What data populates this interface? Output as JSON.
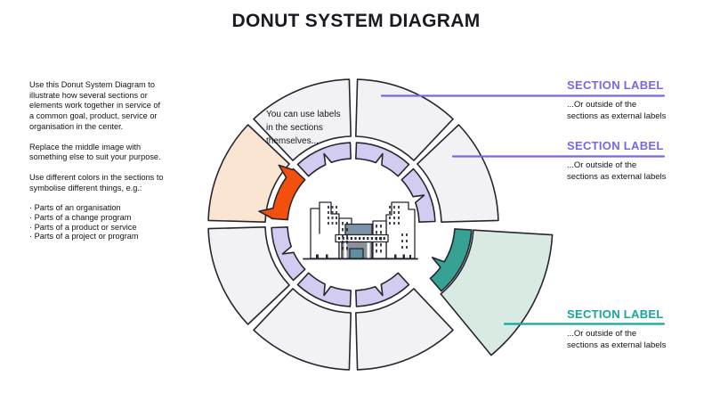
{
  "title": "DONUT SYSTEM DIAGRAM",
  "left_panel": {
    "para1": "Use this Donut System Diagram to\nillustrate how several sections or\nelements work together in service of\na common goal, product, service or\norganisation in the center.",
    "para2": "Replace the middle image with\nsomething else to suit your purpose.",
    "para3": "Use different colors in the sections to\nsymbolise different things, e.g.:",
    "bullets": [
      "· Parts of an organisation",
      "· Parts of a change program",
      "· Parts of a product or service",
      "· Parts of a project or program"
    ]
  },
  "donut": {
    "note": "You can use labels\nin the sections\nthemselves...",
    "center_image": "city-buildings",
    "sections": [
      {
        "slot": 1,
        "arc": "0-45",
        "outer_fill": "#F2F2F4",
        "inner_fill": "#D2CCF1",
        "pulled_out": false
      },
      {
        "slot": 2,
        "arc": "45-90",
        "outer_fill": "#F2F2F4",
        "inner_fill": "#D2CCF1",
        "pulled_out": false
      },
      {
        "slot": 3,
        "arc": "90-135",
        "outer_fill": "#D8EAE1",
        "inner_fill": "#36A294",
        "pulled_out": true
      },
      {
        "slot": 4,
        "arc": "135-180",
        "outer_fill": "#F2F2F4",
        "inner_fill": "#D2CCF1",
        "pulled_out": false
      },
      {
        "slot": 5,
        "arc": "180-225",
        "outer_fill": "#F2F2F4",
        "inner_fill": "#D2CCF1",
        "pulled_out": false
      },
      {
        "slot": 6,
        "arc": "225-270",
        "outer_fill": "#F2F2F4",
        "inner_fill": "#D2CCF1",
        "pulled_out": false
      },
      {
        "slot": 7,
        "arc": "270-315",
        "outer_fill": "#FAE5D2",
        "inner_fill": "#F4500D",
        "pulled_out": false
      },
      {
        "slot": 8,
        "arc": "315-360",
        "outer_fill": "#F2F2F4",
        "inner_fill": "#D2CCF1",
        "pulled_out": false
      }
    ]
  },
  "labels": [
    {
      "title": "SECTION LABEL",
      "desc": "...Or outside of the\nsections as external labels",
      "color": "#7668E2"
    },
    {
      "title": "SECTION LABEL",
      "desc": "...Or outside of the\nsections as external labels",
      "color": "#7668E2"
    },
    {
      "title": "SECTION LABEL",
      "desc": "...Or outside of the\nsections as external labels",
      "color": "#14A69A"
    }
  ],
  "colors": {
    "ink": "#26262F",
    "purple": "#7668E2",
    "teal": "#14A69A",
    "lavender": "#D2CCF1",
    "orange": "#F4500D",
    "peach": "#FAE5D2",
    "mint": "#D8EAE1",
    "teal_band": "#36A294",
    "section_grey": "#F2F2F4",
    "roof": "#7C93A6",
    "entrance": "#8D929A",
    "door": "#5E8FA0"
  }
}
